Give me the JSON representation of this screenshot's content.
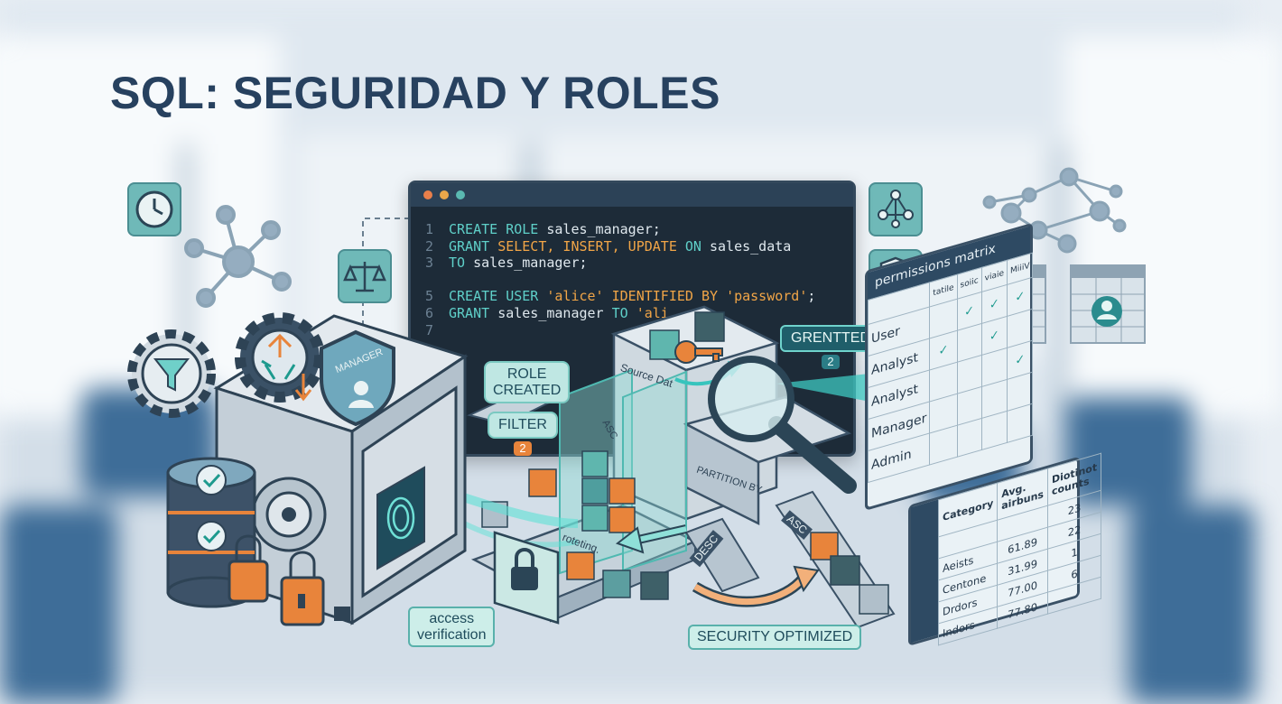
{
  "title": "SQL: SEGURIDAD Y ROLES",
  "code": {
    "line_numbers": [
      "1",
      "2",
      "3",
      "",
      "5",
      "6",
      "7"
    ],
    "lines": [
      [
        {
          "t": "CREATE ROLE ",
          "c": "kc"
        },
        {
          "t": "sales_manager;",
          "c": "pl"
        }
      ],
      [
        {
          "t": "GRANT ",
          "c": "kc"
        },
        {
          "t": "SELECT, INSERT, UPDATE ",
          "c": "kw"
        },
        {
          "t": "ON ",
          "c": "kc"
        },
        {
          "t": "sales_data",
          "c": "pl"
        }
      ],
      [
        {
          "t": "TO ",
          "c": "kc"
        },
        {
          "t": "sales_manager;",
          "c": "pl"
        }
      ],
      [],
      [
        {
          "t": "CREATE USER ",
          "c": "kc"
        },
        {
          "t": "'alice' ",
          "c": "str"
        },
        {
          "t": "IDENTIFIED BY ",
          "c": "kw"
        },
        {
          "t": "'password'",
          "c": "str"
        },
        {
          "t": ";",
          "c": "pl"
        }
      ],
      [
        {
          "t": "GRANT ",
          "c": "kc"
        },
        {
          "t": "sales_manager ",
          "c": "pl"
        },
        {
          "t": "TO ",
          "c": "kc"
        },
        {
          "t": "'ali",
          "c": "str"
        }
      ],
      []
    ]
  },
  "labels": {
    "role_created": "ROLE\nCREATED",
    "filter": "FILTER",
    "filter_badge": "2",
    "granted": "GRENTTED",
    "granted_badge": "2",
    "source_data": "Source Dat",
    "partition": "PARTITION BY",
    "rotating": "roteting.",
    "desc": "DESC",
    "asc_top": "ASC",
    "asc_ramp": "ASC",
    "manager_shield": "MANAGER",
    "access_verification": "access\nverification",
    "security_optimized": "SECURITY OPTIMIZED"
  },
  "permissions_matrix": {
    "title": "permissions matrix",
    "columns": [
      "tatile",
      "soiic",
      "viaie",
      "MiiiV"
    ],
    "rows": [
      {
        "name": "User",
        "checks": [
          "",
          "✓",
          "✓",
          "✓"
        ]
      },
      {
        "name": "Analyst",
        "checks": [
          "✓",
          "",
          "✓",
          ""
        ]
      },
      {
        "name": "Analyst",
        "checks": [
          "",
          "",
          "",
          "✓"
        ]
      },
      {
        "name": "Manager",
        "checks": [
          "",
          "",
          "",
          ""
        ]
      },
      {
        "name": "Admin",
        "checks": [
          "",
          "",
          "",
          ""
        ]
      }
    ]
  },
  "category_table": {
    "headers": [
      "Category",
      "Avg.\nairbuns",
      "Diotinot\ncounts"
    ],
    "rows": [
      [
        "",
        "",
        "23"
      ],
      [
        "Aeists",
        "61.89",
        "22"
      ],
      [
        "Centone",
        "31.99",
        "1"
      ],
      [
        "Drdors",
        "77.00",
        "6"
      ],
      [
        "Indors",
        "77.80",
        ""
      ]
    ]
  },
  "icons": {
    "top_left": "clock-icon",
    "scales": "balance-scale-icon",
    "network_tile": "network-icon",
    "shield_tile": "shield-check-icon",
    "user_table": "user-table-icon",
    "gear_funnel": "gear-funnel-icon",
    "gear_arrows": "gear-arrows-icon",
    "database": "database-check-icon",
    "padlock": "padlock-icon",
    "key": "key-icon",
    "magnifier": "magnifier-icon",
    "fingerprint": "fingerprint-icon"
  },
  "colors": {
    "title": "#27415f",
    "accent_teal": "#1d9a8e",
    "accent_orange": "#e8843b",
    "code_bg": "#1d2b38"
  }
}
